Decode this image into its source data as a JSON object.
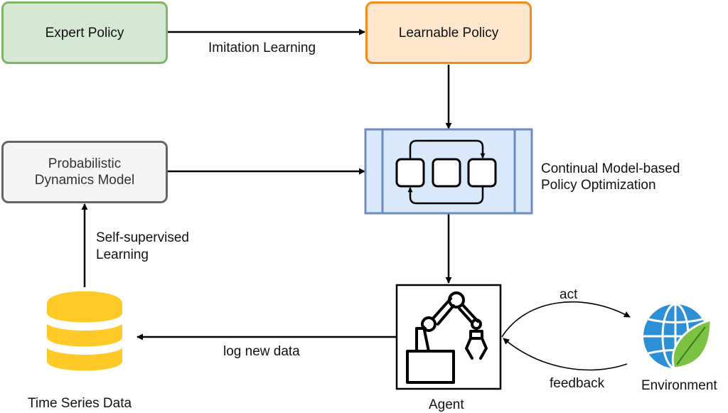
{
  "nodes": {
    "expert_policy": "Expert Policy",
    "learnable_policy": "Learnable Policy",
    "dynamics_model_line1": "Probabilistic",
    "dynamics_model_line2": "Dynamics Model",
    "cmbpo_line1": "Continual Model-based",
    "cmbpo_line2": "Policy Optimization",
    "time_series_data": "Time Series Data",
    "agent": "Agent",
    "environment": "Environment"
  },
  "edges": {
    "imitation_learning": "Imitation Learning",
    "self_supervised_line1": "Self-supervised",
    "self_supervised_line2": "Learning",
    "log_new_data": "log new data",
    "act": "act",
    "feedback": "feedback"
  },
  "icons": {
    "database": "database-icon",
    "robot_arm": "robot-arm-icon",
    "globe_leaf": "globe-leaf-icon",
    "loop": "loop-icon"
  },
  "colors": {
    "expert_fill": "#d5e8d4",
    "expert_stroke": "#82b366",
    "learnable_fill": "#ffe6cc",
    "learnable_stroke": "#f08c1e",
    "dynamics_fill": "#f5f5f5",
    "dynamics_stroke": "#666666",
    "cmbpo_fill": "#dae8fc",
    "cmbpo_stroke": "#6c8ebf",
    "database": "#ffc928",
    "globe": "#2d8fd6",
    "leaf": "#7cc242"
  }
}
